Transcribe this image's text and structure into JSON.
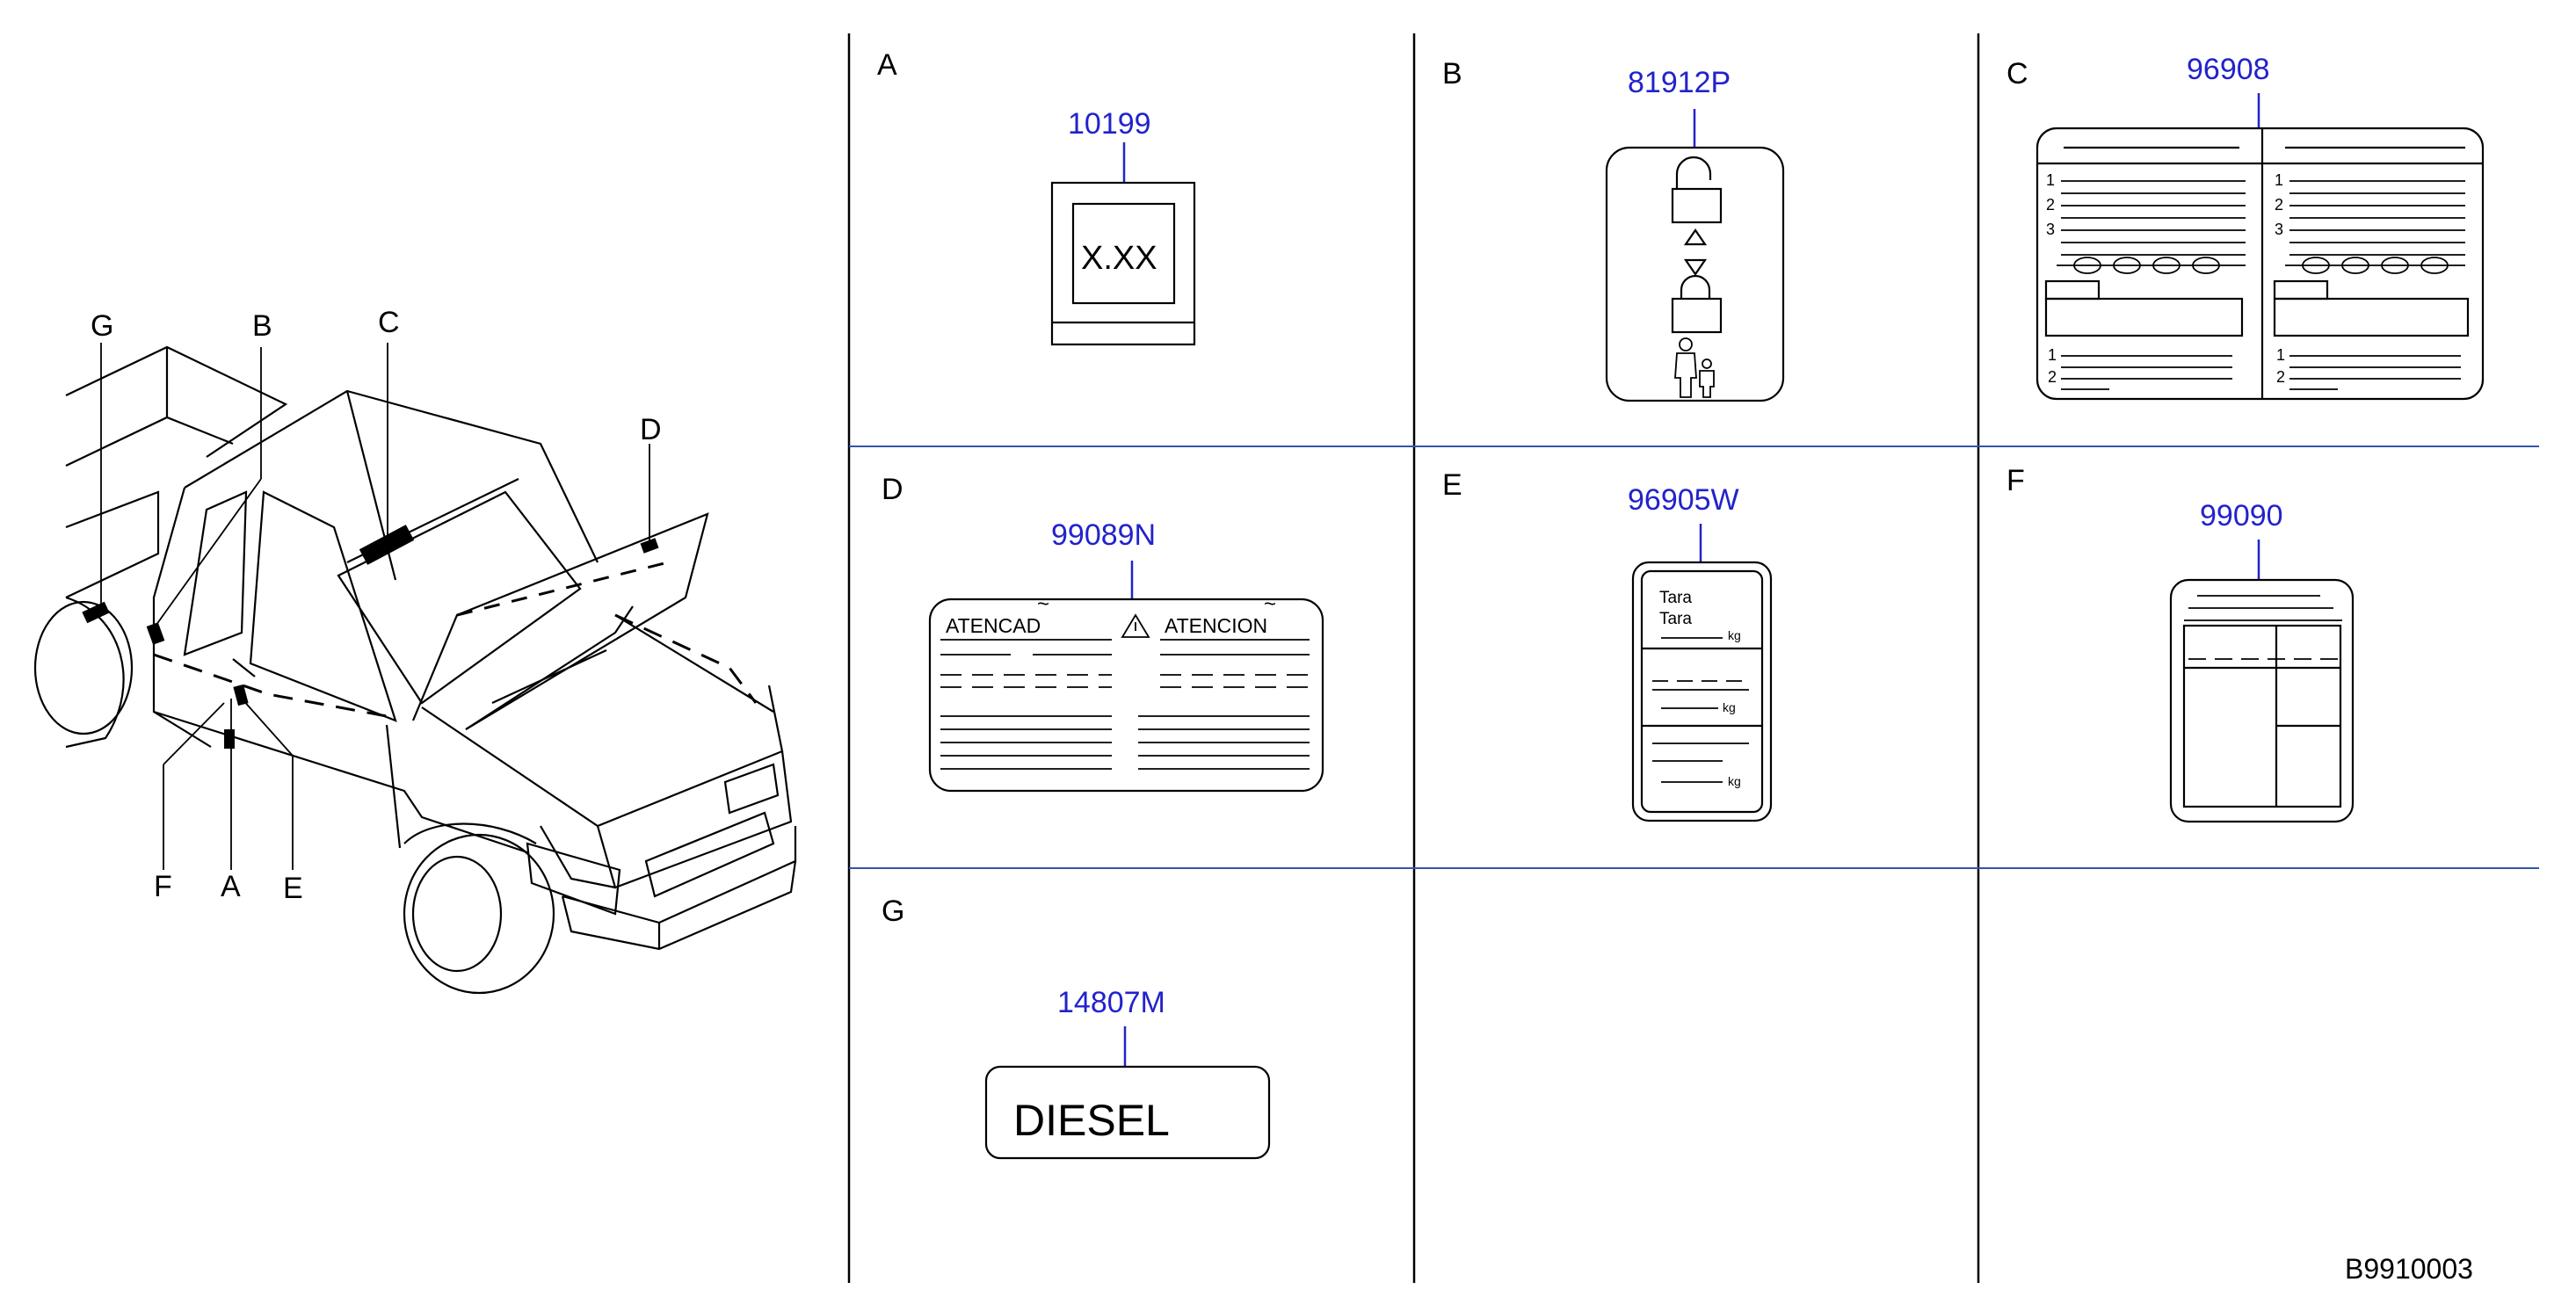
{
  "vehicle_callouts": [
    "G",
    "B",
    "C",
    "D",
    "F",
    "A",
    "E"
  ],
  "panels": {
    "A": {
      "letter": "A",
      "part": "10199",
      "label_text": "X.XX"
    },
    "B": {
      "letter": "B",
      "part": "81912P"
    },
    "C": {
      "letter": "C",
      "part": "96908",
      "col_numbers_top": [
        "1",
        "2",
        "3"
      ],
      "col_numbers_bottom": [
        "1",
        "2"
      ]
    },
    "D": {
      "letter": "D",
      "part": "99089N",
      "heading_left": "ATENCAD",
      "heading_right": "ATENCION",
      "tilde": "~"
    },
    "E": {
      "letter": "E",
      "part": "96905W",
      "line1": "Tara",
      "line2": "Tara",
      "unit": "kg"
    },
    "F": {
      "letter": "F",
      "part": "99090"
    },
    "G": {
      "letter": "G",
      "part": "14807M",
      "label_text": "DIESEL"
    }
  },
  "diagram_code": "B9910003",
  "colors": {
    "part_number": "#2222cc",
    "grid_line": "#3355aa",
    "ink": "#000000"
  }
}
